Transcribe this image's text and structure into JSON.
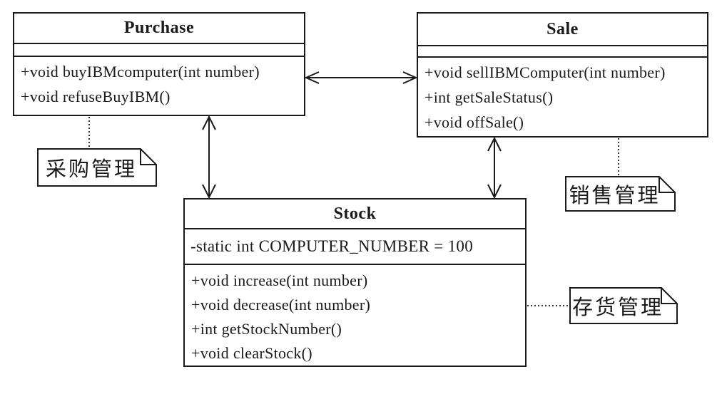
{
  "diagram": {
    "type": "uml-class-diagram",
    "colors": {
      "line": "#1a1a1a",
      "background": "#ffffff"
    },
    "classes": {
      "purchase": {
        "name": "Purchase",
        "attributes": [],
        "methods": [
          "+void buyIBMcomputer(int number)",
          "+void refuseBuyIBM()"
        ]
      },
      "sale": {
        "name": "Sale",
        "attributes": [],
        "methods": [
          "+void sellIBMComputer(int number)",
          "+int getSaleStatus()",
          "+void offSale()"
        ]
      },
      "stock": {
        "name": "Stock",
        "attributes": [
          "-static int COMPUTER_NUMBER = 100"
        ],
        "methods": [
          "+void increase(int number)",
          "+void decrease(int number)",
          "+int getStockNumber()",
          "+void clearStock()"
        ]
      }
    },
    "notes": {
      "purchase": "采购管理",
      "sale": "销售管理",
      "stock": "存货管理"
    },
    "relations": [
      {
        "from": "Purchase",
        "to": "Sale",
        "style": "double-open-arrow"
      },
      {
        "from": "Purchase",
        "to": "Stock",
        "style": "double-open-arrow"
      },
      {
        "from": "Sale",
        "to": "Stock",
        "style": "double-open-arrow"
      }
    ]
  }
}
